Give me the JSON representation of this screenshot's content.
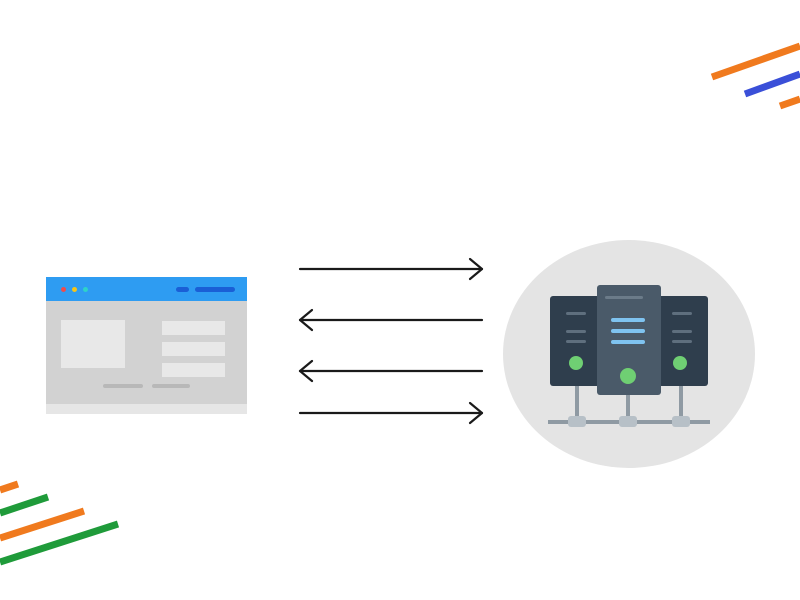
{
  "diagram": {
    "type": "client-server-communication",
    "nodes": [
      {
        "id": "client",
        "kind": "browser-window"
      },
      {
        "id": "server",
        "kind": "server-rack"
      }
    ],
    "connections": [
      {
        "from": "client",
        "to": "server",
        "direction": "right"
      },
      {
        "from": "server",
        "to": "client",
        "direction": "left"
      },
      {
        "from": "server",
        "to": "client",
        "direction": "left"
      },
      {
        "from": "client",
        "to": "server",
        "direction": "right"
      }
    ]
  },
  "colors": {
    "browser_bar": "#2e9cf2",
    "browser_body": "#d2d2d2",
    "dot_red": "#f04b4b",
    "dot_yellow": "#f5c518",
    "dot_teal": "#2ed3c8",
    "server_dark": "#2f3e4d",
    "server_mid": "#4a5a69",
    "server_light_blue": "#7fc3f0",
    "server_green": "#6fcf73",
    "circle_bg": "#e4e4e4",
    "arrow": "#1a1a1a",
    "stripe_orange": "#f07a1e",
    "stripe_blue": "#3a4fd8",
    "stripe_green": "#1f9b3a"
  }
}
